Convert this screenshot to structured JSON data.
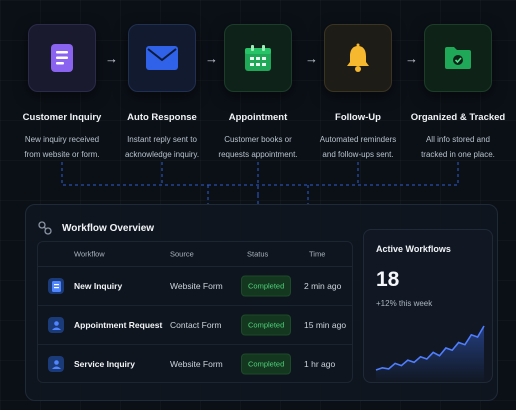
{
  "steps": [
    {
      "title": "Customer Inquiry",
      "desc": [
        "New inquiry received",
        "from website or form."
      ],
      "icon": "document-icon"
    },
    {
      "title": "Auto Response",
      "desc": [
        "Instant reply sent to",
        "acknowledge inquiry."
      ],
      "icon": "envelope-icon"
    },
    {
      "title": "Appointment",
      "desc": [
        "Customer books or",
        "requests appointment."
      ],
      "icon": "calendar-icon"
    },
    {
      "title": "Follow-Up",
      "desc": [
        "Automated reminders",
        "and follow-ups sent."
      ],
      "icon": "bell-icon"
    },
    {
      "title": "Organized & Tracked",
      "desc": [
        "All info stored and",
        "tracked in one place."
      ],
      "icon": "folder-check-icon"
    }
  ],
  "overview": {
    "title": "Workflow Overview",
    "columns": [
      "Workflow",
      "Source",
      "Status",
      "Time"
    ],
    "rows": [
      {
        "workflow": "New Inquiry",
        "source": "Website Form",
        "status": "Completed",
        "time": "2 min ago"
      },
      {
        "workflow": "Appointment Request",
        "source": "Contact Form",
        "status": "Completed",
        "time": "15 min ago"
      },
      {
        "workflow": "Service Inquiry",
        "source": "Website Form",
        "status": "Completed",
        "time": "1 hr ago"
      }
    ]
  },
  "active": {
    "title": "Active Workflows",
    "count": "18",
    "change": "+12% this week",
    "trend": [
      10,
      12,
      11,
      16,
      14,
      19,
      17,
      22,
      20,
      26,
      23,
      30,
      28,
      35,
      33,
      42,
      40,
      50
    ]
  },
  "colors": {
    "accent_blue": "#3b6df2",
    "completed_green": "#4fd07a",
    "bell_yellow": "#f5b82e",
    "doc_purple": "#8a63f0",
    "calendar_green": "#1fa858"
  }
}
